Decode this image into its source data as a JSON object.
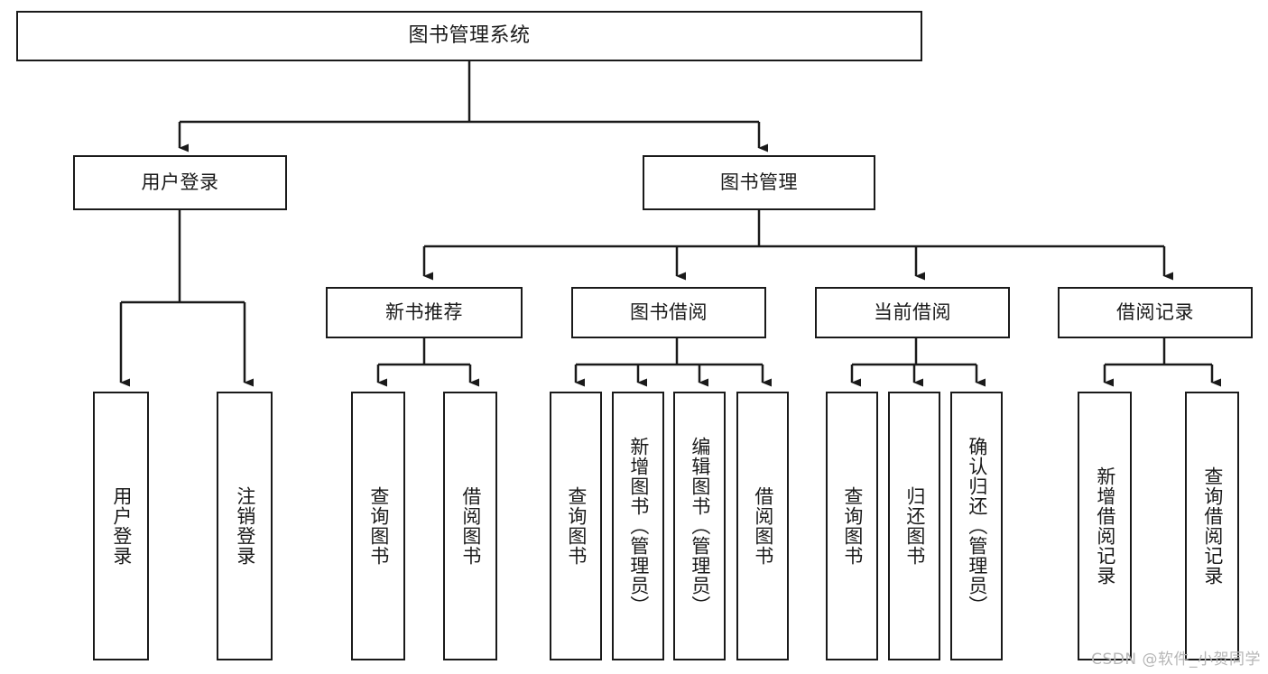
{
  "diagram": {
    "title": "图书管理系统",
    "type": "tree-hierarchy",
    "root": {
      "label": "图书管理系统"
    },
    "level2": [
      {
        "label": "用户登录"
      },
      {
        "label": "图书管理"
      }
    ],
    "level3": [
      {
        "label": "新书推荐"
      },
      {
        "label": "图书借阅"
      },
      {
        "label": "当前借阅"
      },
      {
        "label": "借阅记录"
      }
    ],
    "leaves": {
      "user_login": [
        {
          "label": "用户登录"
        },
        {
          "label": "注销登录"
        }
      ],
      "new_book_recommend": [
        {
          "label": "查询图书"
        },
        {
          "label": "借阅图书"
        }
      ],
      "book_borrow": [
        {
          "label": "查询图书"
        },
        {
          "label": "新增图书（管理员）"
        },
        {
          "label": "编辑图书（管理员）"
        },
        {
          "label": "借阅图书"
        }
      ],
      "current_borrow": [
        {
          "label": "查询图书"
        },
        {
          "label": "归还图书"
        },
        {
          "label": "确认归还（管理员）"
        }
      ],
      "borrow_records": [
        {
          "label": "新增借阅记录"
        },
        {
          "label": "查询借阅记录"
        }
      ]
    },
    "watermark": "CSDN @软件_小贺同学",
    "colors": {
      "stroke": "#1a1a1a",
      "fill": "#ffffff",
      "text": "#1a1a1a",
      "watermark": "#b6b6b6"
    }
  }
}
